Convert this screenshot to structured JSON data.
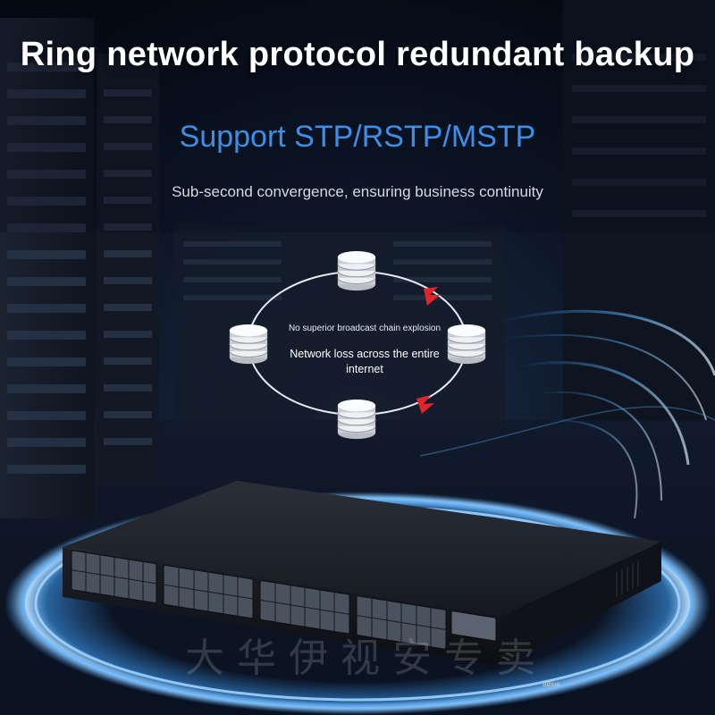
{
  "title": "Ring network protocol redundant backup",
  "subtitle": "Support STP/RSTP/MSTP",
  "caption": "Sub-second convergence, ensuring business continuity",
  "ring_diagram": {
    "small_text": "No superior broadcast chain explosion",
    "main_text": "Network loss across the entire internet",
    "node_icon": "database-stack-icon",
    "break_icon": "lightning-break-icon",
    "accent_color": "#e0262b"
  },
  "switch": {
    "icon": "network-switch",
    "brand_mark": "alhua"
  },
  "watermark_text": "大华伊视安专卖",
  "colors": {
    "title": "#ffffff",
    "subtitle": "#3e8ee6",
    "glow": "#3da2ff",
    "background": "#0b1220"
  }
}
